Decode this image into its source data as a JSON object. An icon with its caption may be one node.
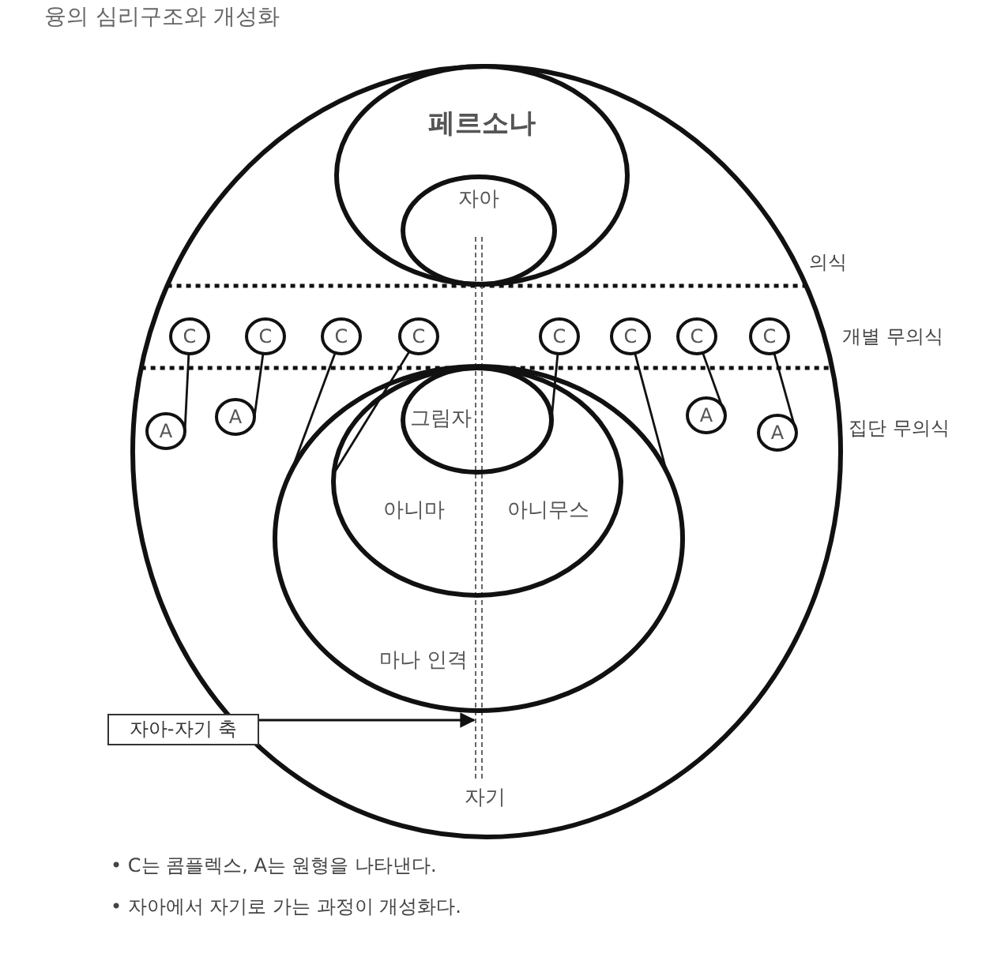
{
  "diagram": {
    "title": "융의 심리구조와 개성화",
    "nodes": [
      {
        "text": [
          "자기"
        ]
      },
      {
        "text": [
          "페르소나"
        ],
        "in": 0
      },
      {
        "text": [
          "자아"
        ],
        "in": 1
      },
      {
        "text": [
          "C"
        ],
        "in": 0
      },
      {
        "text": [
          "C"
        ],
        "in": 0
      },
      {
        "text": [
          "C"
        ],
        "in": 0
      },
      {
        "text": [
          "C"
        ],
        "in": 0
      },
      {
        "text": [
          "C"
        ],
        "in": 0
      },
      {
        "text": [
          "C"
        ],
        "in": 0
      },
      {
        "text": [
          "C"
        ],
        "in": 0
      },
      {
        "text": [
          "C"
        ],
        "in": 0
      },
      {
        "text": [
          "A"
        ],
        "in": 0
      },
      {
        "text": [
          "A"
        ],
        "in": 0
      },
      {
        "text": [
          "A"
        ],
        "in": 0
      },
      {
        "text": [
          "A"
        ],
        "in": 0
      },
      {
        "text": [
          "마나 인격"
        ],
        "in": 0
      },
      {
        "text": [
          "아니마",
          "아니무스"
        ],
        "in": 15
      },
      {
        "text": [
          "그림자"
        ],
        "in": 16
      },
      {
        "text": [
          "자아-자기 축"
        ]
      },
      {
        "text": [],
        "shape": "line",
        "in": 0
      }
    ],
    "edges": [
      {
        "from": 3,
        "to": 11,
        "arrow": "none"
      },
      {
        "from": 4,
        "to": 12,
        "arrow": "none"
      },
      {
        "from": 5,
        "to": 15,
        "arrow": "none"
      },
      {
        "from": 6,
        "to": 16,
        "arrow": "none"
      },
      {
        "from": 7,
        "to": 17,
        "arrow": "none"
      },
      {
        "from": 8,
        "to": 15,
        "arrow": "none"
      },
      {
        "from": 9,
        "to": 13,
        "arrow": "none"
      },
      {
        "from": 10,
        "to": 14,
        "arrow": "none"
      },
      {
        "from": 18,
        "to": 19,
        "arrow": "to"
      }
    ],
    "labels": [
      "의식",
      "개별 무의식",
      "집단 무의식",
      "• C는 콤플렉스, A는 원형을 나타낸다.",
      "• 자아에서 자기로 가는 과정이 개성화다."
    ]
  }
}
